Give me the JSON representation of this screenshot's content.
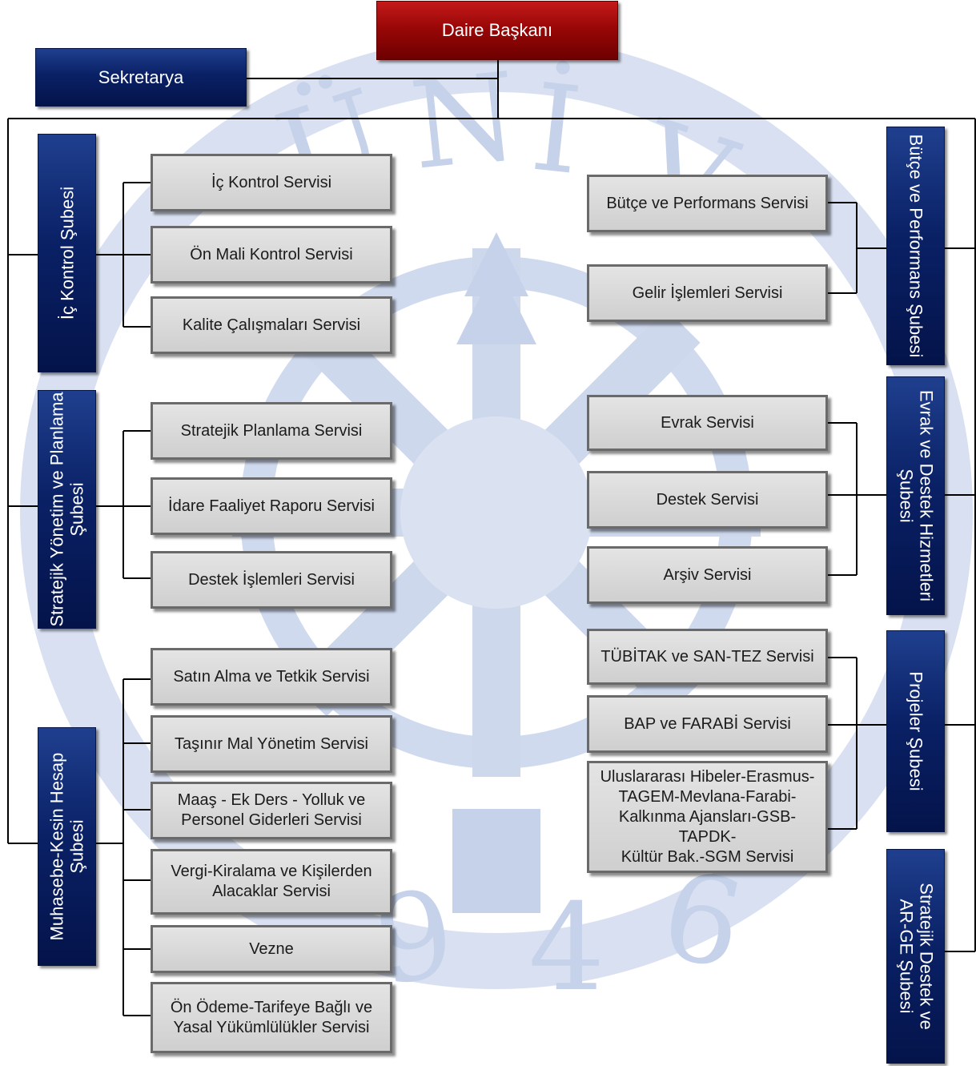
{
  "head": {
    "label": "Daire Başkanı"
  },
  "secretary": {
    "label": "Sekretarya"
  },
  "left_branches": [
    {
      "label": "İç Kontrol Şubesi",
      "services": [
        "İç Kontrol Servisi",
        "Ön Mali Kontrol Servisi",
        "Kalite Çalışmaları Servisi"
      ]
    },
    {
      "label_lines": [
        "Stratejik Yönetim ve Planlama",
        "Şubesi"
      ],
      "services": [
        "Stratejik Planlama Servisi",
        "İdare Faaliyet Raporu Servisi",
        "Destek İşlemleri Servisi"
      ]
    },
    {
      "label_lines": [
        "Muhasebe-Kesin Hesap",
        "Şubesi"
      ],
      "services": [
        "Satın Alma ve Tetkik Servisi",
        "Taşınır Mal Yönetim Servisi",
        [
          "Maaş - Ek Ders - Yolluk ve",
          "Personel Giderleri Servisi"
        ],
        [
          "Vergi-Kiralama ve Kişilerden",
          "Alacaklar Servisi"
        ],
        "Vezne",
        [
          "Ön Ödeme-Tarifeye Bağlı ve",
          "Yasal Yükümlülükler Servisi"
        ]
      ]
    }
  ],
  "right_branches": [
    {
      "label": "Bütçe ve Performans Şubesi",
      "services": [
        "Bütçe ve Performans Servisi",
        "Gelir İşlemleri Servisi"
      ]
    },
    {
      "label_lines": [
        "Evrak ve Destek Hizmetleri",
        "Şubesi"
      ],
      "services": [
        "Evrak Servisi",
        "Destek Servisi",
        "Arşiv Servisi"
      ]
    },
    {
      "label": "Projeler Şubesi",
      "services": [
        "TÜBİTAK ve SAN-TEZ Servisi",
        "BAP ve FARABİ Servisi",
        [
          "Uluslararası Hibeler-Erasmus-",
          "TAGEM-Mevlana-Farabi-",
          "Kalkınma Ajansları-GSB-TAPDK-",
          "Kültür Bak.-SGM Servisi"
        ]
      ]
    },
    {
      "label_lines": [
        "Stratejik Destek ve",
        "AR-GE Şubesi"
      ],
      "services": []
    }
  ],
  "watermark": {
    "year_digits": [
      "9",
      "4",
      "6"
    ],
    "letters": [
      "Ü",
      "N",
      "İ",
      "V"
    ]
  },
  "colors": {
    "head": "#9a0707",
    "branch": "#0a2166",
    "service": "#cfcfcf",
    "line": "#000000",
    "watermark": "#c5d2ea"
  }
}
